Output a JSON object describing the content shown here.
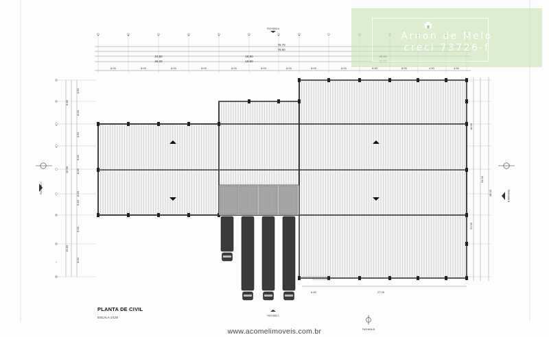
{
  "drawing": {
    "title": "PLANTA DE CIVIL",
    "scale": "ESCALA 1/125",
    "overall_dims": [
      "78.70",
      "78.60"
    ],
    "top_group_dims": [
      "24.50",
      "18.50",
      "35.60"
    ],
    "second_group_dims": [
      "26.20",
      "18.50",
      "33.90"
    ],
    "top_spacing_dims": [
      "8.00",
      "8.00",
      "8.00",
      "8.00",
      "8.00",
      "8.00",
      "8.00",
      "8.00",
      "8.00",
      "8.00",
      "8.00",
      "4.50",
      "4.50"
    ],
    "left_dims": [
      "4.50",
      "8.00",
      "4.50",
      "8.00",
      "8.00",
      "8.00",
      "8.40",
      "8.00",
      "8.00"
    ],
    "left_outer_dims": [
      "8.90",
      "16.58",
      "12.80"
    ],
    "right_dims": [
      "18.90",
      "34.00",
      "48.30",
      "21.90"
    ],
    "bottom_dims": [
      "6.40",
      "27.25"
    ],
    "grid_col_labels": [
      "A",
      "B",
      "C",
      "D",
      "E",
      "F",
      "G",
      "H",
      "I",
      "J",
      "K",
      "L",
      "M",
      "N"
    ],
    "grid_row_labels": [
      "1",
      "2",
      "3",
      "4",
      "5",
      "6",
      "7",
      "8"
    ],
    "section_labels": {
      "top": "FACHADA A",
      "right_side": "FACHADA D",
      "left_side": "FACHADA C",
      "bottom": "FACHADA 1",
      "bottom_right": "FACHADA B"
    }
  },
  "watermark": {
    "name": "Arnon de Melo",
    "creci": "creci 73726-f"
  },
  "footer": {
    "url": "www.acomelimoveis.com.br"
  }
}
